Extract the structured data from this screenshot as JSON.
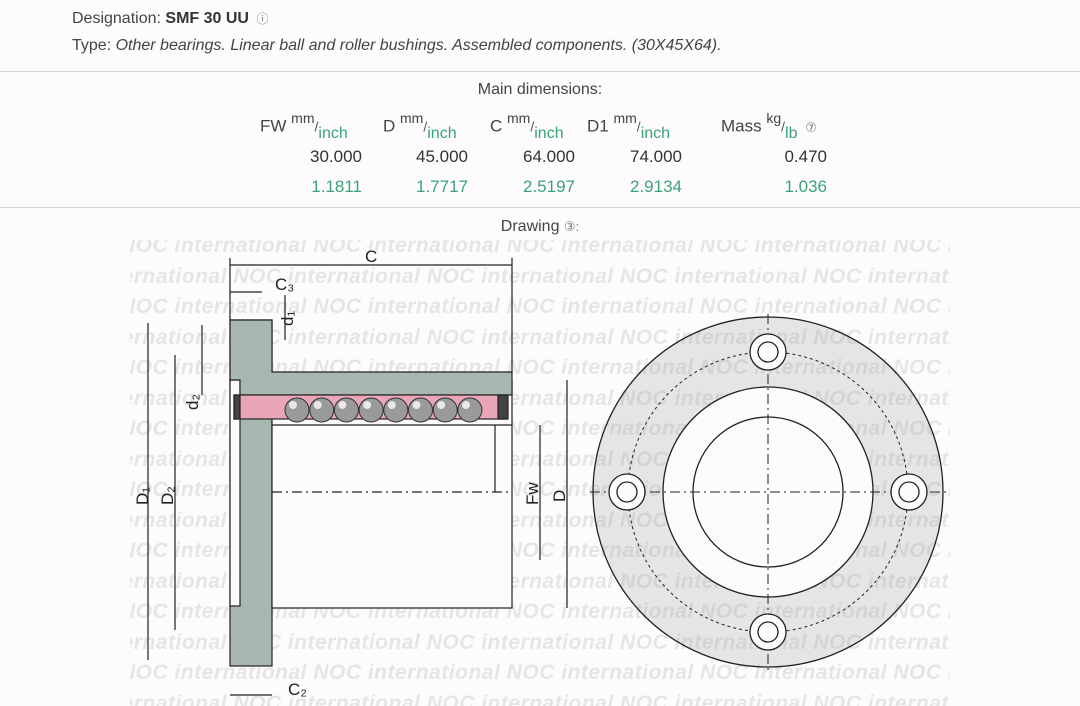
{
  "header": {
    "designation_label": "Designation:",
    "designation_value": "SMF 30 UU",
    "type_label": "Type:",
    "type_value": "Other bearings. Linear ball and roller bushings. Assembled components. (30X45X64).",
    "info_glyph": "ⓘ"
  },
  "dimensions": {
    "title": "Main dimensions:",
    "unit_mm": "mm",
    "unit_inch": "inch",
    "unit_kg": "kg",
    "unit_lb": "lb",
    "mass_help_glyph": "⑦",
    "columns": [
      {
        "label": "FW",
        "mm": "30.000",
        "inch": "1.1811"
      },
      {
        "label": "D",
        "mm": "45.000",
        "inch": "1.7717"
      },
      {
        "label": "C",
        "mm": "64.000",
        "inch": "2.5197"
      },
      {
        "label": "D1",
        "mm": "74.000",
        "inch": "2.9134"
      }
    ],
    "mass": {
      "label": "Mass",
      "kg": "0.470",
      "lb": "1.036"
    }
  },
  "drawing": {
    "title": "Drawing",
    "title_glyph": "③:",
    "watermark": "NOC international",
    "labels": {
      "c": "C",
      "c3": "C₃",
      "c2": "C₂",
      "d1": "d₁",
      "d2": "d₂",
      "D1": "D₁",
      "D2": "D₂",
      "Fw": "Fw",
      "D": "D"
    },
    "colors": {
      "housing": "#a8b8b0",
      "seal": "#e9a6b8",
      "ball": "#999999"
    }
  }
}
